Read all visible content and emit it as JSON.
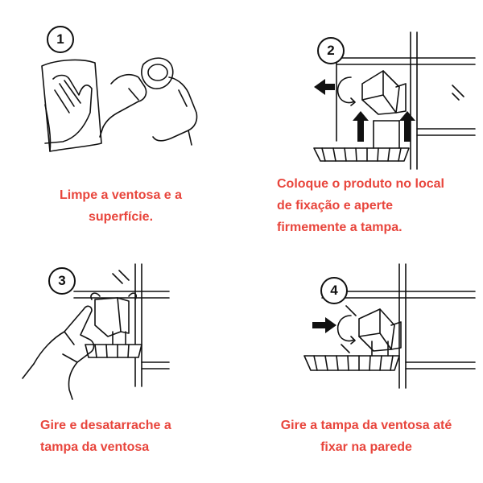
{
  "steps": [
    {
      "number": "1",
      "caption_lines": [
        "Limpe a ventosa e a",
        "superfície."
      ]
    },
    {
      "number": "2",
      "caption_lines": [
        "Coloque o produto no local",
        "de fixação e aperte",
        "firmemente a tampa."
      ]
    },
    {
      "number": "3",
      "caption_lines": [
        "Gire e desatarrache a",
        "tampa da ventosa"
      ]
    },
    {
      "number": "4",
      "caption_lines": [
        "Gire a tampa da ventosa até",
        "fixar na parede"
      ]
    }
  ],
  "colors": {
    "caption": "#e8453c",
    "line_art": "#111111",
    "background": "#ffffff"
  },
  "icons": [
    "step-number-badge",
    "arrow-left-icon",
    "arrow-up-icon",
    "arrow-right-icon",
    "rotate-icon",
    "hand-icon",
    "cloth-icon",
    "suction-cup-icon",
    "shelf-basket-icon",
    "tile-wall"
  ]
}
